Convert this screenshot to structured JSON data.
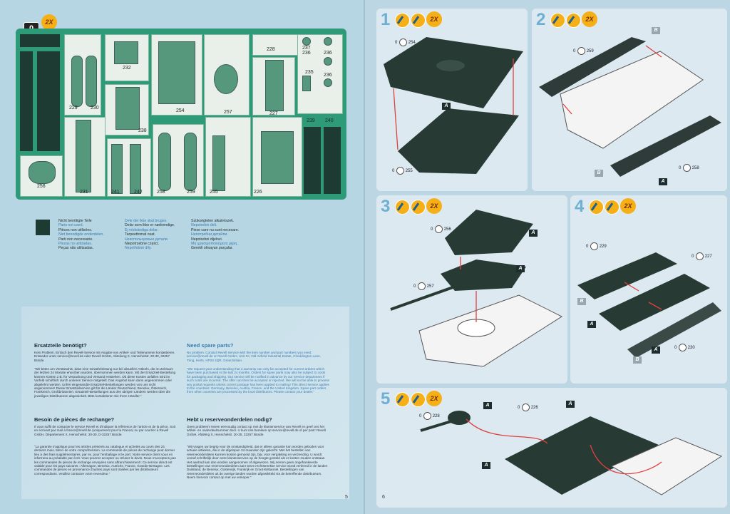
{
  "left": {
    "badge_zero": "0",
    "badge_2x": "2X",
    "parts": [
      "228",
      "237",
      "236",
      "236",
      "235",
      "236",
      "232",
      "229",
      "230",
      "254",
      "257",
      "227",
      "238",
      "239",
      "240",
      "256",
      "231",
      "241",
      "242",
      "258",
      "259",
      "255",
      "226"
    ],
    "legend_col1": [
      "Nicht benötigte Teile",
      "Parts not used.",
      "Pièces non utilisées.",
      "Niet benodigde onderdelen.",
      "Parti non necessarie.",
      "Piezas no utilizadas.",
      "Peças não utilizadas."
    ],
    "legend_col2": [
      "Dele der ikke skal bruges.",
      "Delar som ikke er nødvendige.",
      "Ej nödvändiga delar.",
      "Tarpeettomat osat.",
      "Неиспользуемые детали.",
      "Niepotrzebne części.",
      "Nepotřebné díly."
    ],
    "legend_col3": [
      "Szükségtelen alkatrészek.",
      "Nepotrebni deli.",
      "Piese care nu sunt necesare.",
      "Непотребни детайли.",
      "Nepotrebni dijelovi.",
      "Μη χρησιμοποιούμενα μέρη.",
      "Gerekli olmayan parçalar."
    ],
    "ersatz_title": "Ersatzteile benötigt?",
    "ersatz_text": "Kein Problem. Einfach den Revell-Service mit Angabe von Artikel- und Teilenummer kontaktieren. Entweder unter service@revell.de oder Revell GmbH, Abteilung X, Henschelstr. 20-30, 32257 Bünde.",
    "ersatz_text2": "\"Wir bitten um Verständnis, dass eine Gewährleistung nur bei aktuellen Artikeln, die im Zeitraum der letzten 24 Monate erworben wurden, übernommen werden kann. Mit der Ersatzteil-Bestellung können Kosten z.B. für Verpackung und Versand entstehen. Ob diese Kosten anfallen wird im Vorfeld schriftlich durch unseren Service mitgeteilt. Das Angebot kann dann angenommen oder abgelehnt werden. Unfrei eingesandte Ersatzteil-Bestellungen werden von uns nicht angenommen! Dieser Ersatzteilservice gilt für die Länder Deutschland, Benelux, Österreich, Frankreich, Großbritannien. Ersatzteil-Bestellungen aus den übrigen Ländern werden über die jeweiligen Distributoren abgewickelt. Bitte kontaktieren Sie Ihren Händler.\"",
    "fr_title": "Besoin de pièces de rechange?",
    "fr_text": "Il vous suffit de contacter le service Revell et d'indiquer la référence de l'article et de la pièce. Soit en écrivant par mail à france@revell.de (uniquement pour la France) ou par courrier à Revell GmbH, Département X, Henschelstr. 20-30, D-32257 Bünde.",
    "fr_text2": "\"La garantie s'applique pour les articles présents au catalogue et achetés au cours des 24 derniers mois. Merci de votre compréhension. La commande de pièces de rechange peut donner lieu à des frais supplémentaires, par ex. pour l'emballage et le port. Notre service client vous en informera au préalable par écrit. Vous pourrez accepter ou refuser le devis. Nous n'acceptons pas les commandes de pièces de rechange envoyées sans affranchissement ! Ce service direct est valable pour les pays suivants : Allemagne, Benelux, Autriche, France, Grande-Bretagne. Les commandes de pièces en provenance d'autres pays sont traitées par les distributeurs correspondants. Veuillez contacter votre revendeur.\"",
    "en_title": "Need spare parts?",
    "en_text": "No problem. Contact Revell Service with the item number and part numbers you need: service@revell.de or Revell GmbH, Unit 10, Old Airfield Industrial Estate, Cheddington Lane, Tring, Herts. HP23 4QR, Great Britain.",
    "en_text2": "\"We request your understanding that a warranty can only be accepted for current articles which have been purchased in the last 24 months. Orders for spare parts may also be subject to costs for packaging and shipping. Our service will be notified in advance by our Service department if such costs are incurred. The offer can then be accepted or rejected. We will not be able to process any postal requests unless correct postage has been applied to mailing! This direct service applies to the countries: Germany, Benelux, Austria, France, and the United Kingdom. Spare part orders from other countries are processed by the local distributors. Please contact your dealer.\"",
    "nl_title": "Hebt u reserveonderdelen nodig?",
    "nl_text": "Geen probleem! Neem eenvoudig contact op met de klantenservice van Revell en geef ons het artikel- en onderdeelnummer door. U kunt ons bereiken op service@revell.de of per post: Revell GmbH, Afdeling X, Henschelstr. 20-30, 32257 Bünde.",
    "nl_text2": "\"Wij vragen uw begrip voor de omstandigheid, dat er alleen garantie kan worden geboden voor actuele artikelen, die in de afgelopen 24 maanden zijn gekocht. Met het bestellen van reserveonderdelen kunnen kosten gemoeid zijn, bijv. voor verpakking en verzending. U wordt vooraf schriftelijk door onze klantenservice op de hoogte gesteld als er kosten zouden ontstaan. Het aanbod kan dan worden aangenomen of afgewezen. Wij nemen geen ongefrankeerde bestellingen van reserveonderdelen aan! Deze rechtstreekse service wordt verleend in de landen Duitsland, de Benelux, Oostenrijk, Frankrijk en Groot-Brittannië. Bestellingen van reserveonderdelen uit de overige landen worden afgewikkeld via de betreffende distributeurs. Neem hiervoor contact op met uw verkoper.\"",
    "page_number": "5"
  },
  "right": {
    "page_number": "6",
    "steps": [
      {
        "num": "1",
        "badge": "2X",
        "callouts": [
          "254",
          "255"
        ],
        "tags": [
          "A"
        ]
      },
      {
        "num": "2",
        "badge": "2X",
        "callouts": [
          "259",
          "258"
        ],
        "tags": [
          "B",
          "B",
          "A"
        ]
      },
      {
        "num": "3",
        "badge": "2X",
        "callouts": [
          "256",
          "257"
        ],
        "tags": [
          "A",
          "A"
        ]
      },
      {
        "num": "4",
        "badge": "2X",
        "callouts": [
          "229",
          "227",
          "230"
        ],
        "tags": [
          "B",
          "A",
          "A",
          "B"
        ]
      },
      {
        "num": "5",
        "badge": "2X",
        "callouts": [
          "228",
          "226"
        ],
        "tags": [
          "A",
          "A",
          "A"
        ]
      }
    ]
  }
}
